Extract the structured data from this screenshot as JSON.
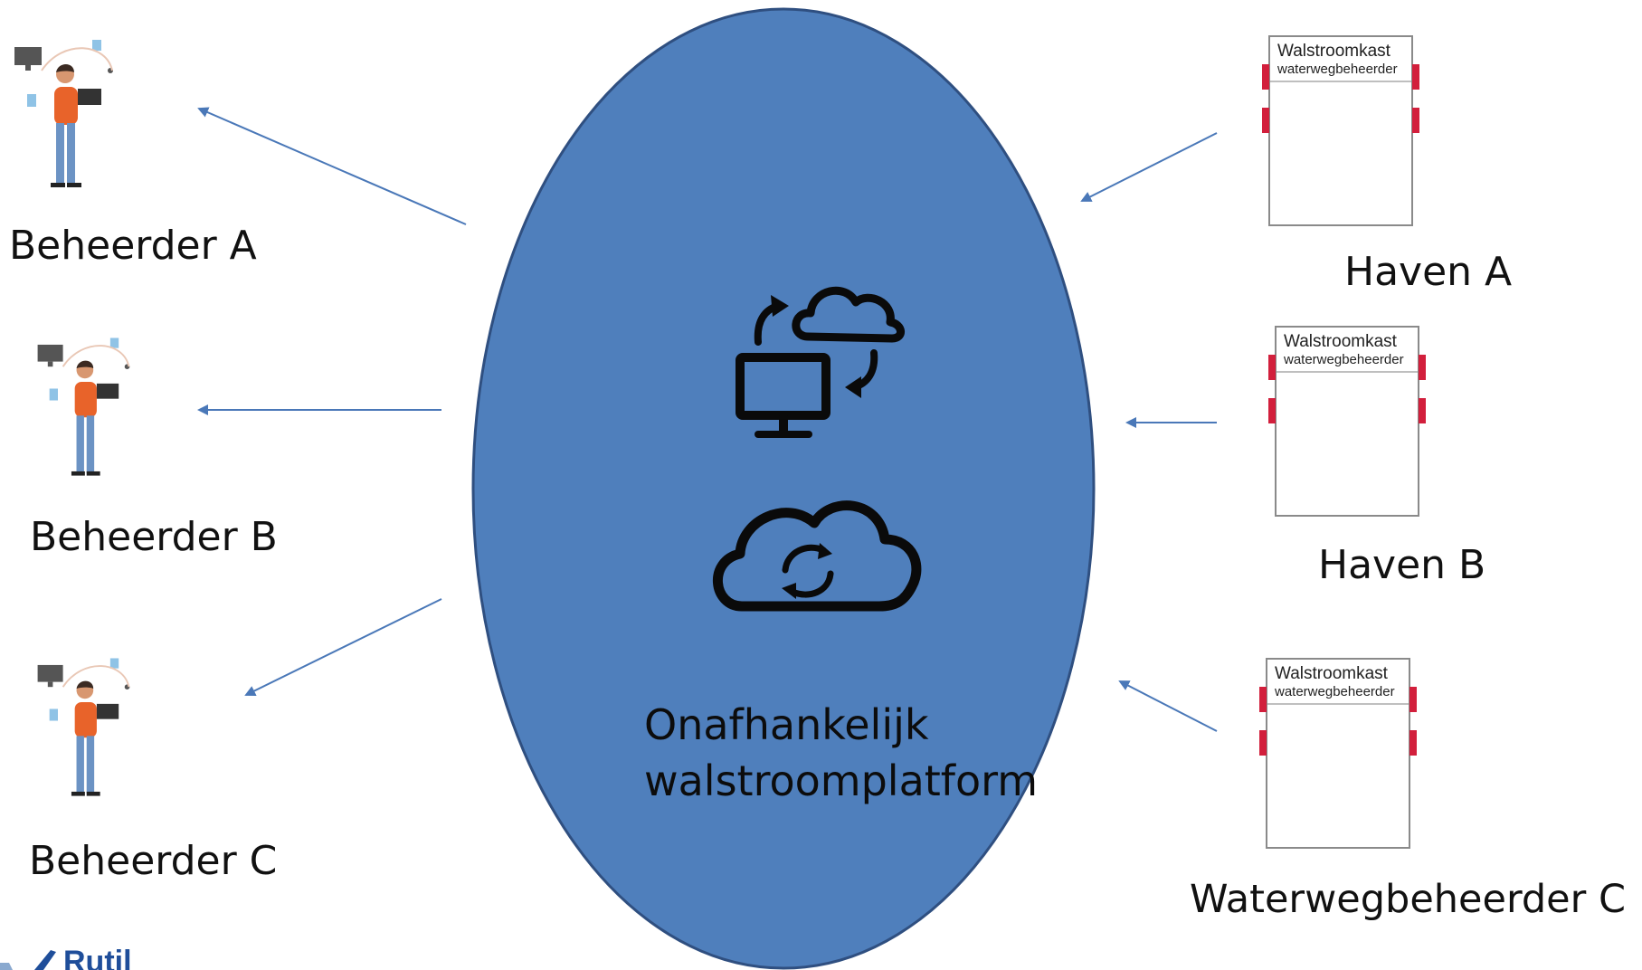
{
  "platform": {
    "label_line1": "Onafhankelijk",
    "label_line2": "walstroomplatform",
    "fill_color": "#4f7fbc",
    "stroke_color": "#2f4f80"
  },
  "managers": [
    {
      "label": "Beheerder A"
    },
    {
      "label": "Beheerder B"
    },
    {
      "label": "Beheerder C"
    }
  ],
  "ports": [
    {
      "label": "Haven A",
      "box_title": "Walstroomkast",
      "box_subtitle": "waterwegbeheerder"
    },
    {
      "label": "Haven B",
      "box_title": "Walstroomkast",
      "box_subtitle": "waterwegbeheerder"
    },
    {
      "label": "Waterwegbeheerder C",
      "box_title": "Walstroomkast",
      "box_subtitle": "waterwegbeheerder"
    }
  ],
  "icons": {
    "center_top": "computer-cloud-sync-icon",
    "center_bottom": "cloud-sync-icon",
    "person": "person-with-laptop-icon"
  },
  "arrow_color": "#4a78b8",
  "tab_color": "#d21f3c",
  "logo": {
    "text": "Rutil"
  }
}
